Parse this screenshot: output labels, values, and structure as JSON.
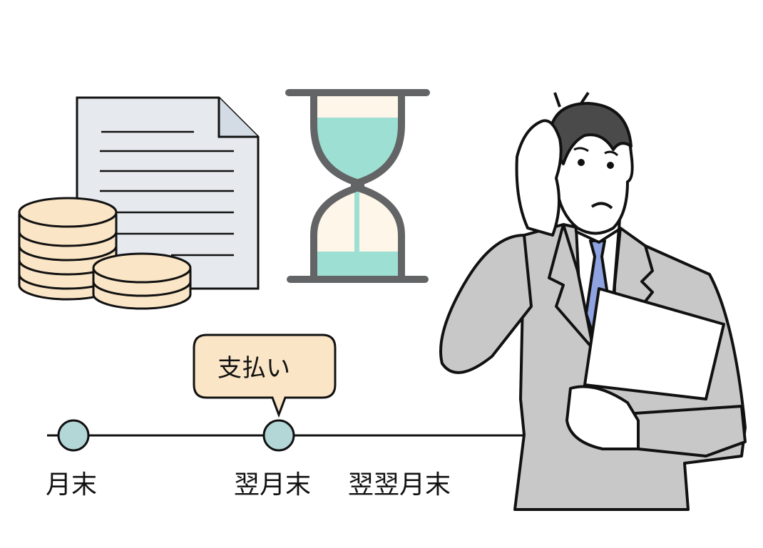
{
  "bubble": {
    "text": "支払い"
  },
  "timeline": {
    "labels": [
      "月末",
      "翌月末",
      "翌翌月末"
    ]
  },
  "colors": {
    "paper": "#e6eaee",
    "coin": "#fae5c6",
    "sand": "#9ddfd3",
    "hourglass_frame": "#636466",
    "hourglass_bg": "#fdf6e9",
    "node": "#b3d7d6",
    "bubble": "#fae5c6",
    "suit": "#c8c8c8",
    "tie": "#8fa3e0"
  }
}
